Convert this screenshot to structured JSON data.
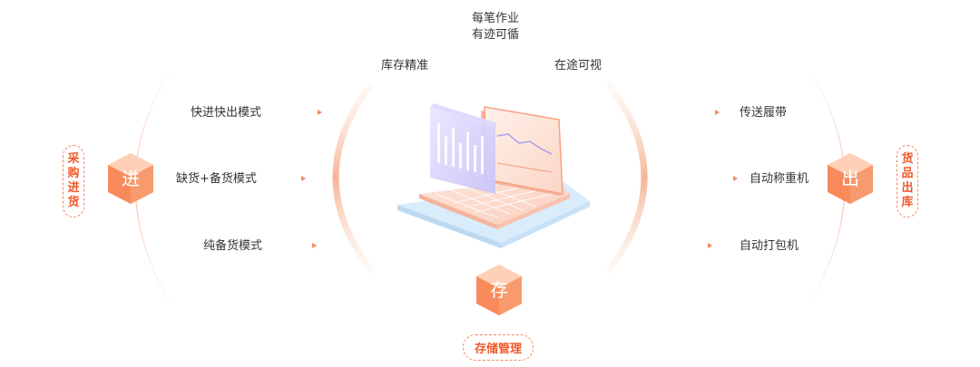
{
  "top_features": {
    "center_line1": "每笔作业",
    "center_line2": "有迹可循",
    "left": "库存精准",
    "right": "在途可视"
  },
  "left_side": {
    "pill_text": "采购进货",
    "cube_label": "进",
    "items": [
      "快进快出模式",
      "缺货+备货模式",
      "纯备货模式"
    ]
  },
  "right_side": {
    "pill_text": "货品出库",
    "cube_label": "出",
    "items": [
      "传送履带",
      "自动称重机",
      "自动打包机"
    ]
  },
  "bottom": {
    "cube_label": "存",
    "pill_text": "存储管理"
  },
  "colors": {
    "accent": "#ef5a2a",
    "cube_front": "#f98a5c",
    "cube_top": "#ffc2a3",
    "arc": "#f9c9b3",
    "laptop_base": "#d9ecfb",
    "screen_chart": "#b7b1f0"
  }
}
